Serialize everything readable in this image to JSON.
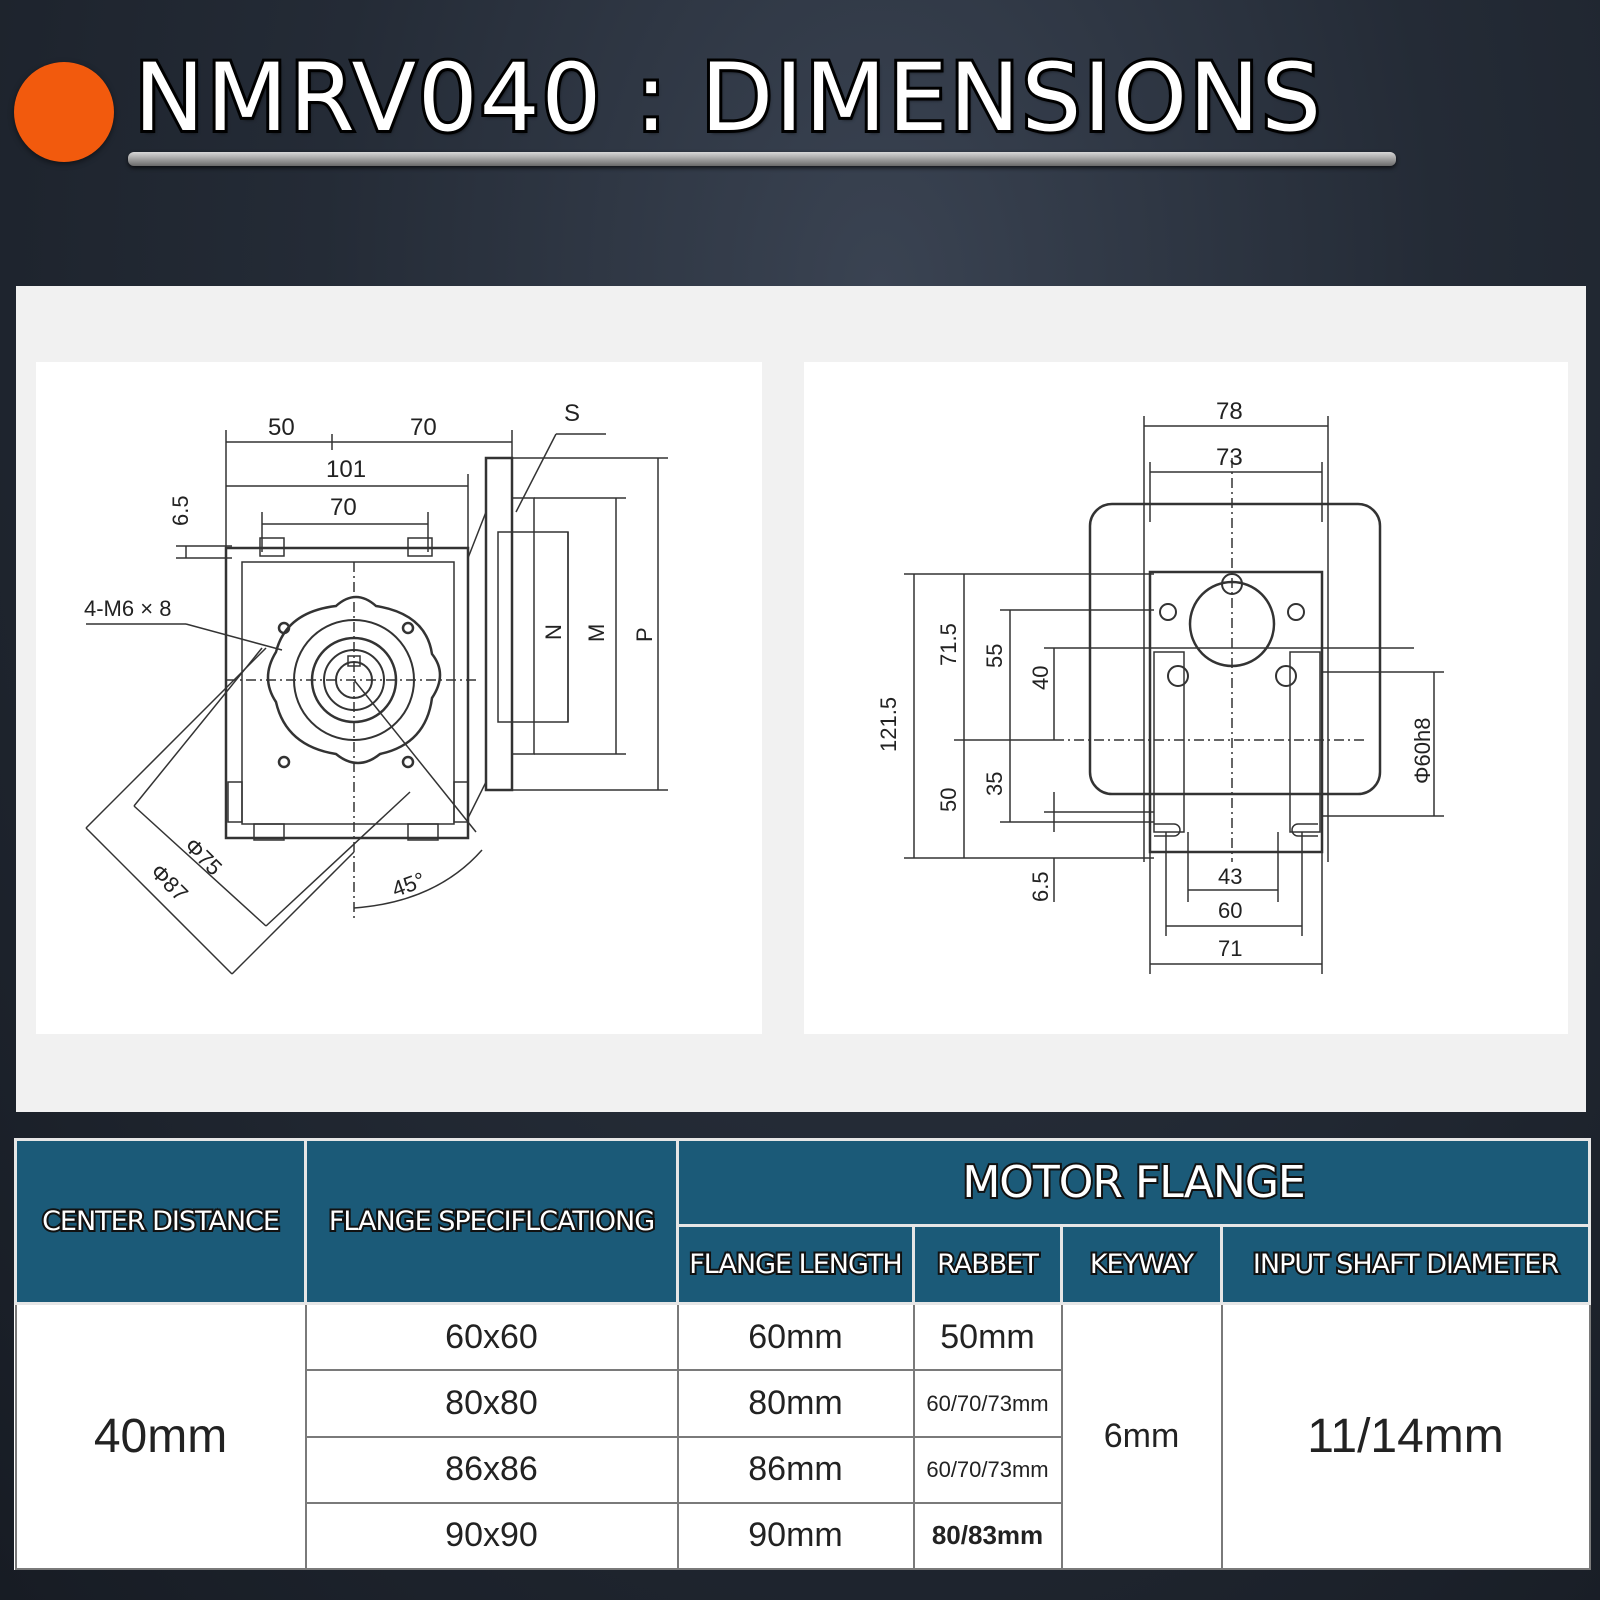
{
  "header": {
    "title": "NMRV040 : DIMENSIONS"
  },
  "colors": {
    "accent_dot": "#f25a0d",
    "table_header": "#1b5a78"
  },
  "drawing_left": {
    "dim_top_left": "50",
    "dim_top_right": "70",
    "dim_overall": "101",
    "dim_inner": "70",
    "dim_s": "S",
    "dim_offset": "6.5",
    "dim_thread": "4-M6 × 8",
    "dim_n": "N",
    "dim_m": "M",
    "dim_p": "P",
    "dim_d75": "Φ75",
    "dim_d87": "Φ87",
    "dim_angle": "45°"
  },
  "drawing_right": {
    "dim_top_outer": "78",
    "dim_top_inner": "73",
    "dim_height_total": "121.5",
    "dim_upper": "71.5",
    "dim_55": "55",
    "dim_40": "40",
    "dim_50": "50",
    "dim_35": "35",
    "dim_offset": "6.5",
    "dim_shaft": "Φ60h8",
    "dim_bottom_43": "43",
    "dim_bottom_60": "60",
    "dim_bottom_71": "71"
  },
  "table": {
    "headers": {
      "center_distance": "CENTER DISTANCE",
      "flange_spec": "FLANGE SPECIFLCATIONG",
      "motor_flange": "MOTOR FLANGE",
      "flange_length": "FLANGE LENGTH",
      "rabbet": "RABBET",
      "keyway": "KEYWAY",
      "input_shaft": "INPUT SHAFT DIAMETER"
    },
    "center_distance": "40mm",
    "keyway": "6mm",
    "input_shaft": "11/14mm",
    "rows": [
      {
        "spec": "60x60",
        "length": "60mm",
        "rabbet": "50mm"
      },
      {
        "spec": "80x80",
        "length": "80mm",
        "rabbet": "60/70/73mm"
      },
      {
        "spec": "86x86",
        "length": "86mm",
        "rabbet": "60/70/73mm"
      },
      {
        "spec": "90x90",
        "length": "90mm",
        "rabbet": "80/83mm"
      }
    ]
  }
}
